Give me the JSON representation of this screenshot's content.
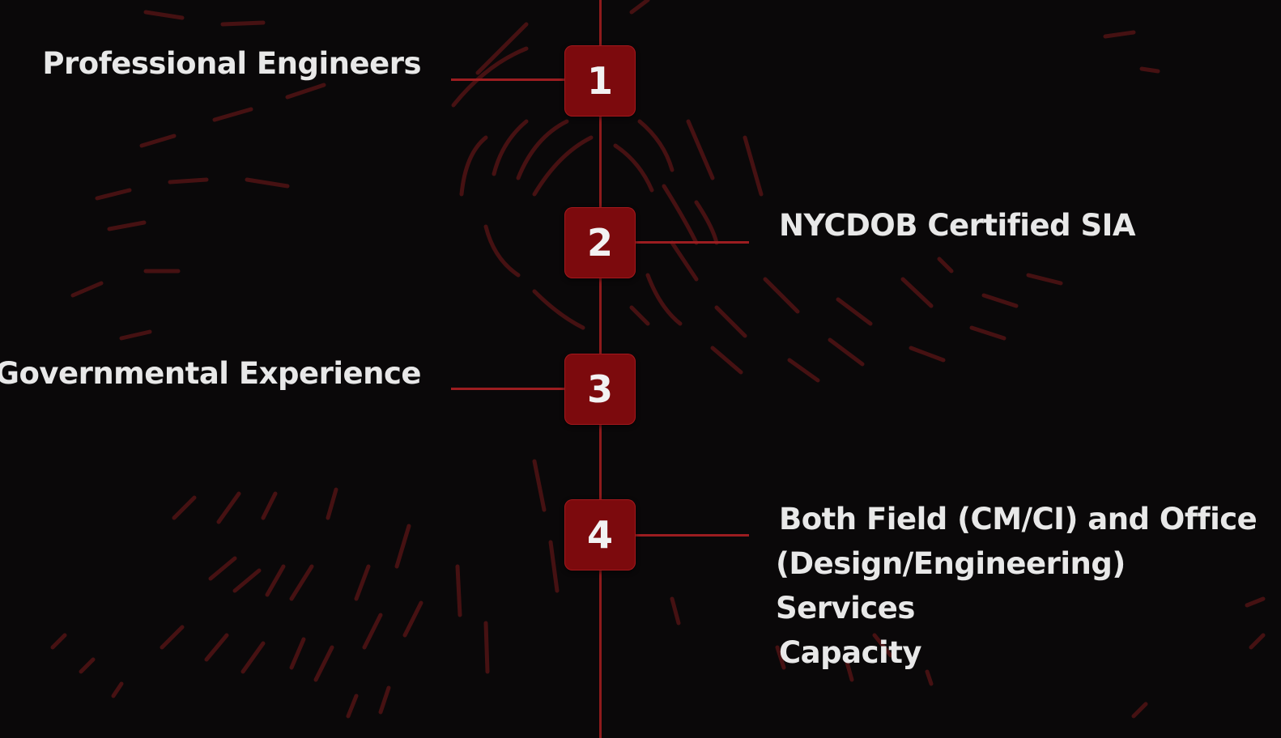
{
  "timeline": {
    "steps": [
      {
        "number": "1",
        "label": "Professional Engineers",
        "side": "left"
      },
      {
        "number": "2",
        "label": "NYCDOB Certified SIA",
        "side": "right"
      },
      {
        "number": "3",
        "label": "Governmental Experience",
        "side": "left"
      },
      {
        "number": "4",
        "label_lines": [
          "Both Field (CM/CI) and Office",
          "(Design/Engineering) Services",
          "Capacity"
        ],
        "side": "right"
      }
    ]
  },
  "colors": {
    "background": "#0a0809",
    "accent": "#7c0a0d",
    "line": "#9c1d20",
    "text": "#e8e8e8"
  },
  "icons": {
    "background": "fingerprint-swirl-pattern"
  }
}
